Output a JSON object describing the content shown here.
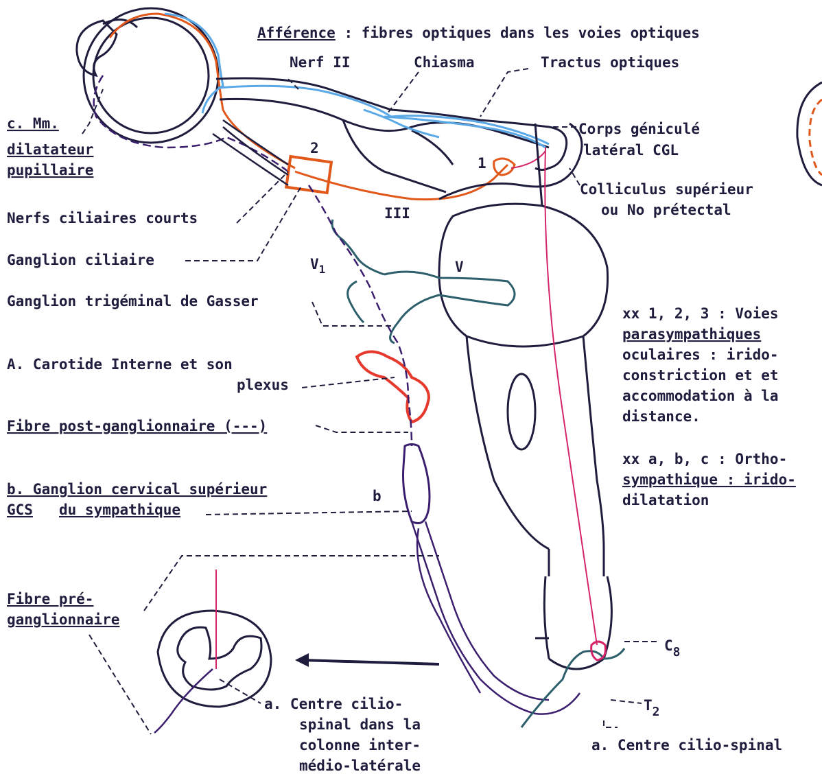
{
  "labels": {
    "afference_prefix": "Afférence",
    "afference_rest": " : fibres optiques dans les voies optiques",
    "nerf2": "Nerf II",
    "chiasma": "Chiasma",
    "tractus": "Tractus optiques",
    "cgl_1": "Corps géniculé",
    "cgl_2": "latéral CGL",
    "coll_1": "Colliculus supérieur",
    "coll_2": "ou No prétectal",
    "dilat_1": "c. Mm.",
    "dilat_2": "dilatateur",
    "dilat_3": "pupillaire",
    "nerfs_ciliaires": "Nerfs ciliaires courts",
    "ganglion_ciliaire": "Ganglion ciliaire",
    "ganglion_trigeminal": "Ganglion trigéminal de Gasser",
    "carotide_1": "A. Carotide Interne et son",
    "carotide_2": "plexus",
    "fibre_post": "Fibre post-ganglionnaire (---)",
    "gcs_1": "b. Ganglion cervical supérieur",
    "gcs_2": "GCS",
    "gcs_3": "du sympathique",
    "b_mark": "b",
    "fibre_pre_1": "Fibre pré-",
    "fibre_pre_2": "ganglionnaire",
    "centre_1": "a. Centre cilio-",
    "centre_2": "spinal dans la",
    "centre_3": "colonne inter-",
    "centre_4": "médio-latérale",
    "centre_right": "a. Centre cilio-spinal",
    "iii": "III",
    "v": "V",
    "v1": "V",
    "v1_sub": "1",
    "num_1": "1",
    "num_2": "2",
    "c8": "C",
    "c8_sub": "8",
    "t2": "T",
    "t2_sub": "2",
    "xx1_1": "xx 1, 2, 3 : Voies",
    "xx1_2": "parasympathiques",
    "xx1_3": "oculaires : irido-",
    "xx1_4": "constriction et et",
    "xx1_5": "accommodation à la",
    "xx1_6": "distance.",
    "xx2_1": "xx a, b, c : Ortho-",
    "xx2_2": "sympathique : irido-",
    "xx2_3": "dilatation"
  },
  "colors": {
    "ink": "#1f1d3d",
    "optic_blue": "#5aa9e6",
    "parasympathetic_orange": "#e2581a",
    "sympathetic_purple": "#3b1f6e",
    "afferent_pink": "#d6246a",
    "carotid_red": "#e63a2e",
    "trigeminal_teal": "#2c5f6b"
  }
}
